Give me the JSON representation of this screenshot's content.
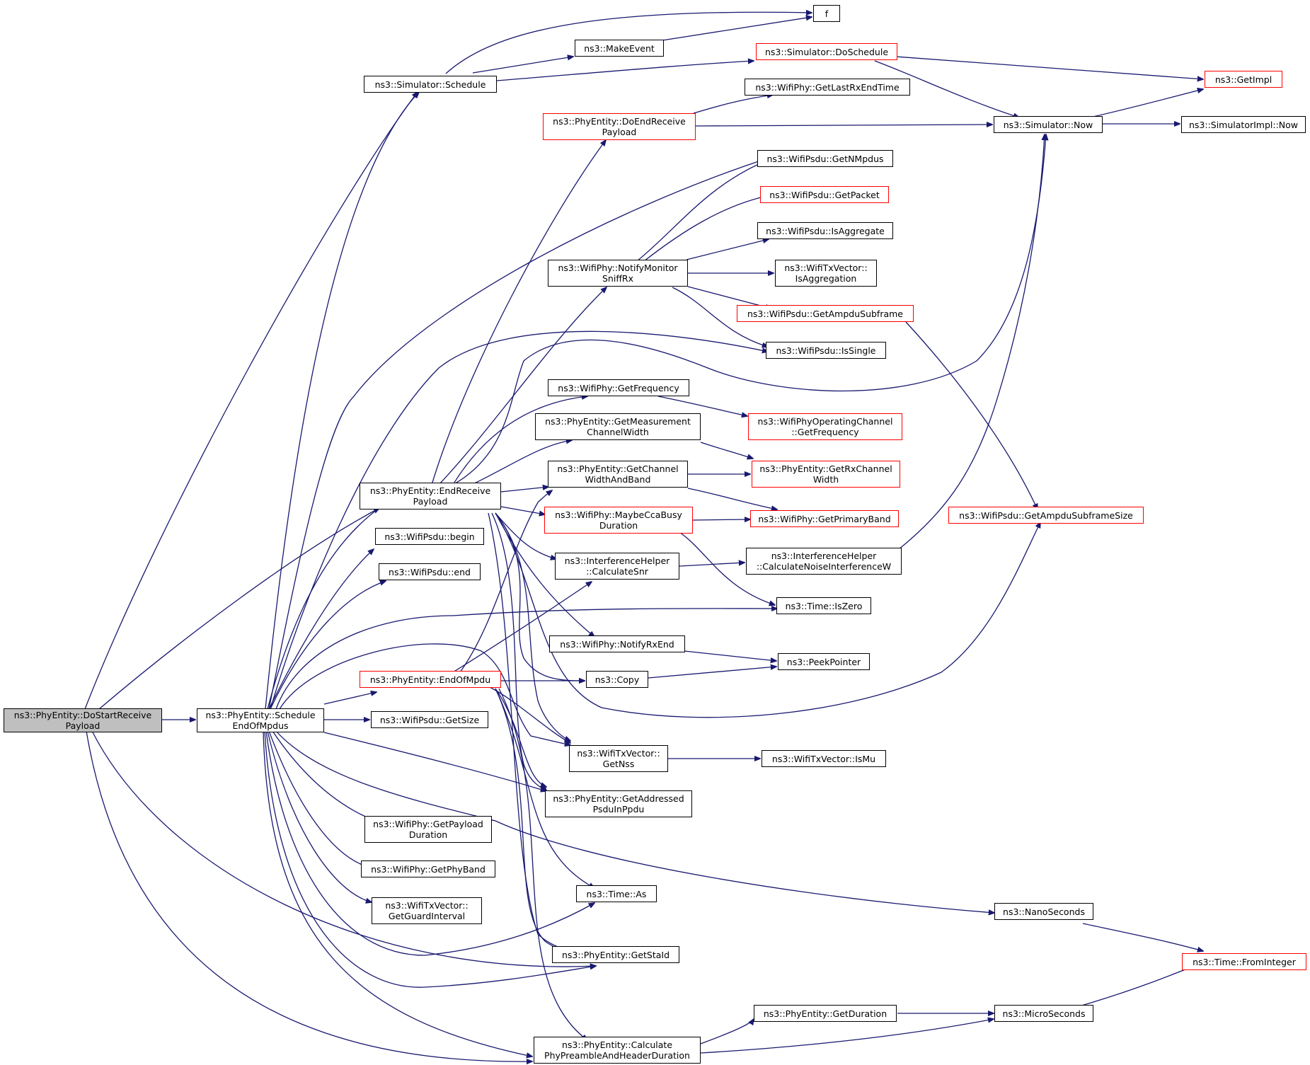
{
  "colors": {
    "edge": "#191970",
    "node_border": "#000000",
    "node_border_incomplete": "#ff0000",
    "root_fill": "#bfbfbf",
    "background": "#ffffff"
  },
  "nodes": {
    "root": {
      "line1": "ns3::PhyEntity::DoStartReceive",
      "line2": "Payload"
    },
    "schedule_end_of_mpdus": {
      "line1": "ns3::PhyEntity::Schedule",
      "line2": "EndOfMpdus"
    },
    "simulator_schedule": {
      "line1": "ns3::Simulator::Schedule"
    },
    "f": {
      "line1": "f"
    },
    "make_event": {
      "line1": "ns3::MakeEvent"
    },
    "simulator_do_schedule": {
      "line1": "ns3::Simulator::DoSchedule"
    },
    "get_impl": {
      "line1": "ns3::GetImpl"
    },
    "wifiphy_get_last_rx_end_time": {
      "line1": "ns3::WifiPhy::GetLastRxEndTime"
    },
    "do_end_receive_payload": {
      "line1": "ns3::PhyEntity::DoEndReceive",
      "line2": "Payload"
    },
    "simulator_now": {
      "line1": "ns3::Simulator::Now"
    },
    "simulatorimpl_now": {
      "line1": "ns3::SimulatorImpl::Now"
    },
    "get_n_mpdus": {
      "line1": "ns3::WifiPsdu::GetNMpdus"
    },
    "get_packet": {
      "line1": "ns3::WifiPsdu::GetPacket"
    },
    "is_aggregate": {
      "line1": "ns3::WifiPsdu::IsAggregate"
    },
    "notify_monitor_sniff_rx": {
      "line1": "ns3::WifiPhy::NotifyMonitor",
      "line2": "SniffRx"
    },
    "is_aggregation": {
      "line1": "ns3::WifiTxVector::",
      "line2": "IsAggregation"
    },
    "get_ampdu_subframe": {
      "line1": "ns3::WifiPsdu::GetAmpduSubframe"
    },
    "is_single": {
      "line1": "ns3::WifiPsdu::IsSingle"
    },
    "get_frequency": {
      "line1": "ns3::WifiPhy::GetFrequency"
    },
    "operating_channel_get_frequency": {
      "line1": "ns3::WifiPhyOperatingChannel",
      "line2": "::GetFrequency"
    },
    "get_measurement_channel_width": {
      "line1": "ns3::PhyEntity::GetMeasurement",
      "line2": "ChannelWidth"
    },
    "get_rx_channel_width": {
      "line1": "ns3::PhyEntity::GetRxChannel",
      "line2": "Width"
    },
    "end_receive_payload": {
      "line1": "ns3::PhyEntity::EndReceive",
      "line2": "Payload"
    },
    "get_channel_width_and_band": {
      "line1": "ns3::PhyEntity::GetChannel",
      "line2": "WidthAndBand"
    },
    "get_ampdu_subframe_size": {
      "line1": "ns3::WifiPsdu::GetAmpduSubframeSize"
    },
    "psdu_begin": {
      "line1": "ns3::WifiPsdu::begin"
    },
    "maybe_cca_busy_duration": {
      "line1": "ns3::WifiPhy::MaybeCcaBusy",
      "line2": "Duration"
    },
    "get_primary_band": {
      "line1": "ns3::WifiPhy::GetPrimaryBand"
    },
    "psdu_end": {
      "line1": "ns3::WifiPsdu::end"
    },
    "calculate_snr": {
      "line1": "ns3::InterferenceHelper",
      "line2": "::CalculateSnr"
    },
    "calculate_noise_interference_w": {
      "line1": "ns3::InterferenceHelper",
      "line2": "::CalculateNoiseInterferenceW"
    },
    "time_is_zero": {
      "line1": "ns3::Time::IsZero"
    },
    "notify_rx_end": {
      "line1": "ns3::WifiPhy::NotifyRxEnd"
    },
    "peek_pointer": {
      "line1": "ns3::PeekPointer"
    },
    "end_of_mpdu": {
      "line1": "ns3::PhyEntity::EndOfMpdu"
    },
    "copy": {
      "line1": "ns3::Copy"
    },
    "psdu_get_size": {
      "line1": "ns3::WifiPsdu::GetSize"
    },
    "get_nss": {
      "line1": "ns3::WifiTxVector::",
      "line2": "GetNss"
    },
    "is_mu": {
      "line1": "ns3::WifiTxVector::IsMu"
    },
    "get_addressed_psdu_in_ppdu": {
      "line1": "ns3::PhyEntity::GetAddressed",
      "line2": "PsduInPpdu"
    },
    "get_payload_duration": {
      "line1": "ns3::WifiPhy::GetPayload",
      "line2": "Duration"
    },
    "get_phy_band": {
      "line1": "ns3::WifiPhy::GetPhyBand"
    },
    "time_as": {
      "line1": "ns3::Time::As"
    },
    "nano_seconds": {
      "line1": "ns3::NanoSeconds"
    },
    "get_guard_interval": {
      "line1": "ns3::WifiTxVector::",
      "line2": "GetGuardInterval"
    },
    "get_sta_id": {
      "line1": "ns3::PhyEntity::GetStaId"
    },
    "time_from_integer": {
      "line1": "ns3::Time::FromInteger"
    },
    "get_duration": {
      "line1": "ns3::PhyEntity::GetDuration"
    },
    "micro_seconds": {
      "line1": "ns3::MicroSeconds"
    },
    "calculate_phy_preamble_and_header_duration": {
      "line1": "ns3::PhyEntity::Calculate",
      "line2": "PhyPreambleAndHeaderDuration"
    }
  }
}
